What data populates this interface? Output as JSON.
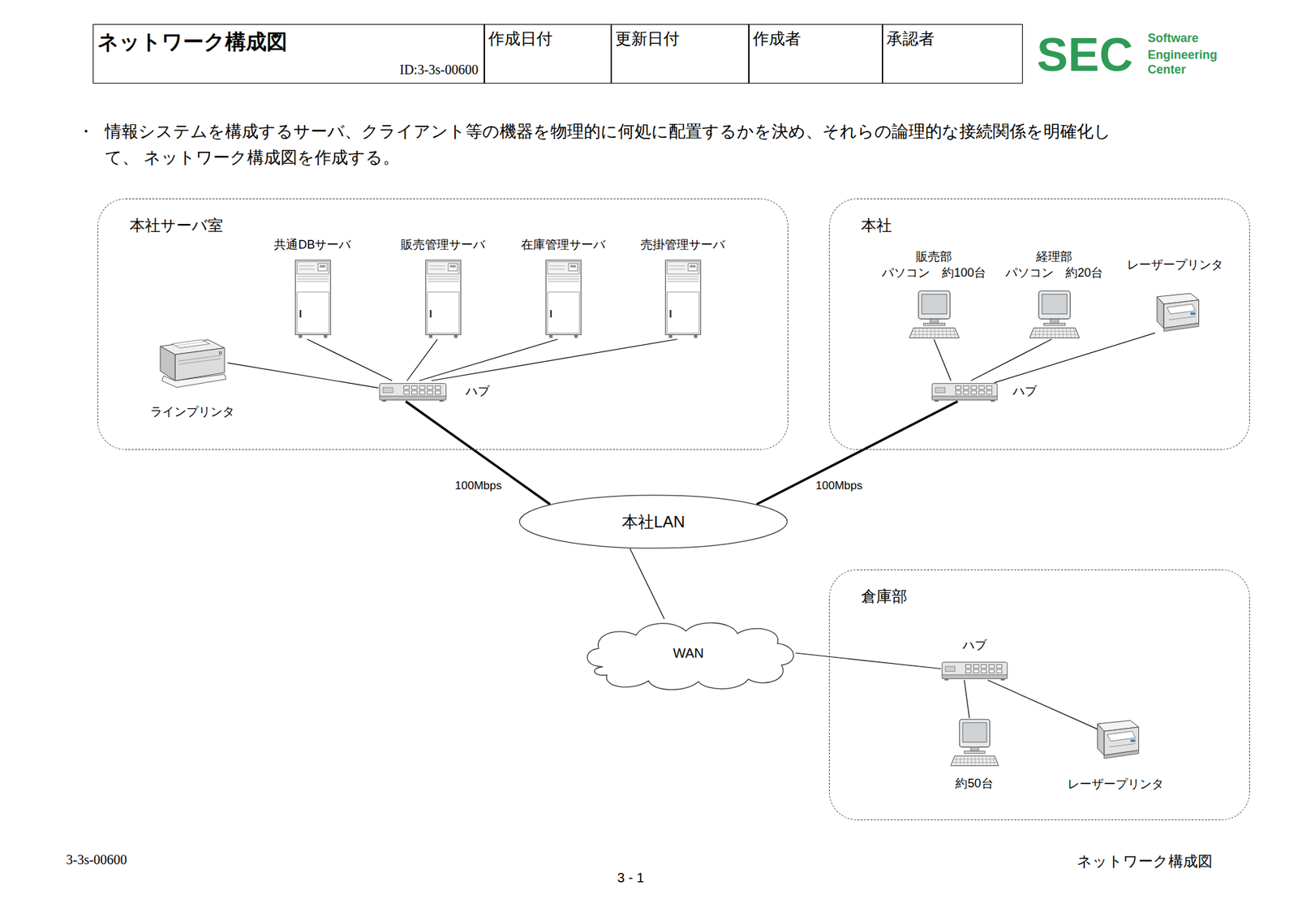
{
  "diagram": {
    "title": "ネットワーク構成図",
    "nodes": [
      {
        "text": [
          "本社サーバ室"
        ]
      },
      {
        "text": [
          "共通DBサーバ"
        ],
        "in": 0
      },
      {
        "text": [
          "販売管理サーバ"
        ],
        "in": 0
      },
      {
        "text": [
          "在庫管理サーバ"
        ],
        "in": 0
      },
      {
        "text": [
          "売掛管理サーバ"
        ],
        "in": 0
      },
      {
        "text": [
          "ラインプリンタ"
        ],
        "in": 0
      },
      {
        "text": [
          "ハブ"
        ],
        "in": 0
      },
      {
        "text": [
          "本社"
        ]
      },
      {
        "text": [
          "販売部",
          "パソコン　約100台"
        ],
        "in": 7
      },
      {
        "text": [
          "経理部",
          "パソコン　約20台"
        ],
        "in": 7
      },
      {
        "text": [
          "レーザープリンタ"
        ],
        "in": 7
      },
      {
        "text": [
          "ハブ"
        ],
        "in": 7
      },
      {
        "text": [
          "本社LAN"
        ]
      },
      {
        "text": [
          "WAN"
        ]
      },
      {
        "text": [
          "倉庫部"
        ]
      },
      {
        "text": [
          "ハブ"
        ],
        "in": 14
      },
      {
        "text": [
          "約50台"
        ],
        "in": 14
      },
      {
        "text": [
          "レーザープリンタ"
        ],
        "in": 14
      }
    ],
    "edges": [
      {
        "from": 1,
        "to": 6,
        "arrow": "none"
      },
      {
        "from": 2,
        "to": 6,
        "arrow": "none"
      },
      {
        "from": 3,
        "to": 6,
        "arrow": "none"
      },
      {
        "from": 4,
        "to": 6,
        "arrow": "none"
      },
      {
        "from": 5,
        "to": 6,
        "arrow": "none"
      },
      {
        "from": 6,
        "to": 12,
        "label": "100Mbps",
        "arrow": "none"
      },
      {
        "from": 8,
        "to": 11,
        "arrow": "none"
      },
      {
        "from": 9,
        "to": 11,
        "arrow": "none"
      },
      {
        "from": 10,
        "to": 11,
        "arrow": "none"
      },
      {
        "from": 11,
        "to": 12,
        "label": "100Mbps",
        "arrow": "none"
      },
      {
        "from": 12,
        "to": 13,
        "arrow": "none"
      },
      {
        "from": 13,
        "to": 15,
        "arrow": "none"
      },
      {
        "from": 15,
        "to": 16,
        "arrow": "none"
      },
      {
        "from": 15,
        "to": 17,
        "arrow": "none"
      }
    ],
    "labels": [
      "ID:3-3s-00600",
      "作成日付",
      "更新日付",
      "作成者",
      "承認者",
      "SEC",
      "Software",
      "Engineering",
      "Center",
      "・",
      "情報システムを構成するサーバ、クライアント等の機器を物理的に何処に配置するかを決め、それらの論理的な接続関係を明確化して、 ネットワーク構成図を作成する。",
      "3-3s-00600",
      "3 - 1",
      "ネットワーク構成図"
    ]
  }
}
